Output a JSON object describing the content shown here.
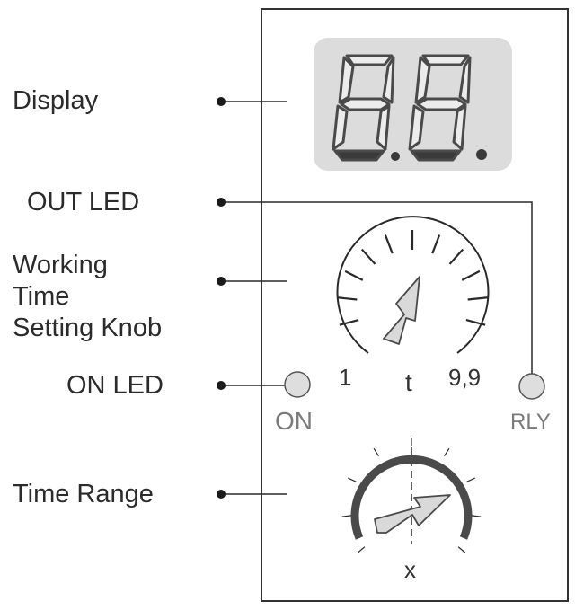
{
  "callouts": {
    "display": "Display",
    "out_led": "OUT LED",
    "knob_lines": [
      "Working",
      "Time",
      "Setting Knob"
    ],
    "on_led": "ON LED",
    "time_range": "Time Range"
  },
  "device": {
    "display_digits": "8.8.",
    "dial_min": "1",
    "dial_symbol": "t",
    "dial_max": "9,9",
    "on_led_label": "ON",
    "rly_led_label": "RLY",
    "range_knob_symbol": "x"
  },
  "colors": {
    "line": "#2a2a2a",
    "display_bg": "#dcdcdc",
    "segment": "#ececec",
    "led": "#dedede",
    "range_arc": "#4a4a4a",
    "arrow_fill": "#d9d9d9"
  }
}
